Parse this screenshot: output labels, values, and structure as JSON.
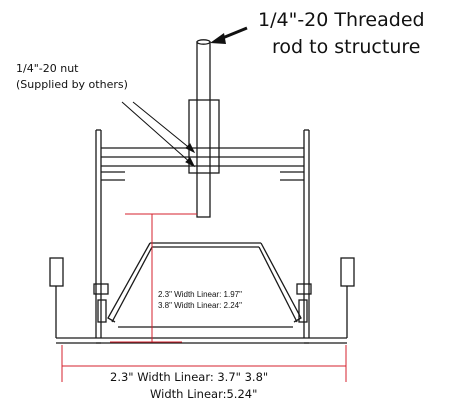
{
  "callouts": {
    "rod_line1": "1/4\"-20 Threaded",
    "rod_line2": "rod to structure",
    "nut_line1": "1/4\"-20 nut",
    "nut_line2": "(Supplied by others)"
  },
  "inner_dimension": {
    "line1": "2.3\" Width Linear: 1.97\"",
    "line2": "3.8\" Width Linear: 2.24\""
  },
  "width_dimension": {
    "line1": "2.3\" Width Linear: 3.7\" 3.8\"",
    "line2": "Width Linear:5.24\""
  },
  "colors": {
    "line": "#1a1a1a",
    "dimension": "#d6202c",
    "fill_rod": "#ffffff"
  }
}
